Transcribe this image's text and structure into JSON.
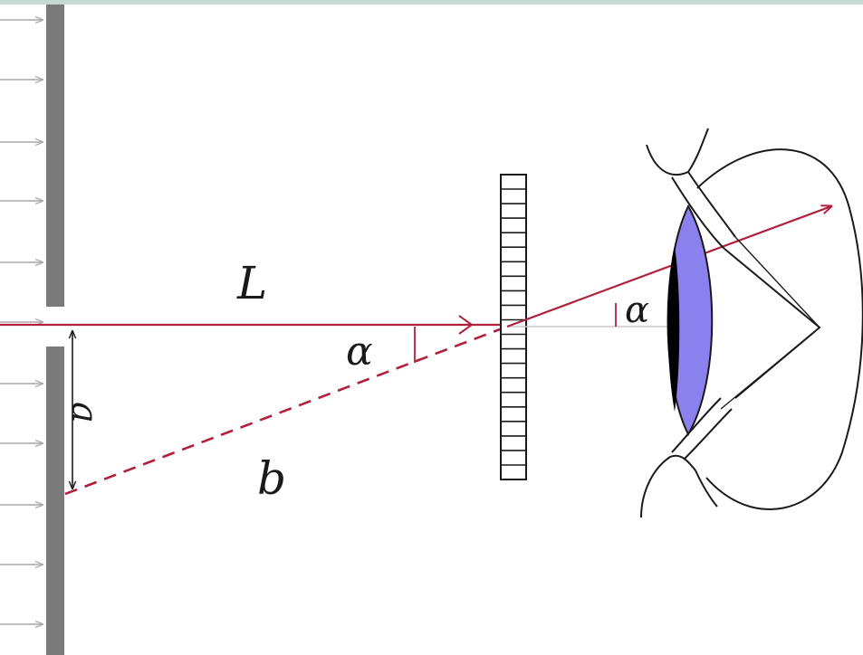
{
  "labels": {
    "distance_L": "L",
    "angle_near_slit": "α",
    "angle_at_eye": "α",
    "slit_width": "a",
    "dashed_path": "b"
  },
  "colors": {
    "top_band": "#c5d9d3",
    "wall": "#7a7a7a",
    "incoming_arrows": "#a8a8a8",
    "ray": "#b0203c",
    "lens": "#8a80ee",
    "pupil": "#000000",
    "outline": "#1a1a1a"
  }
}
